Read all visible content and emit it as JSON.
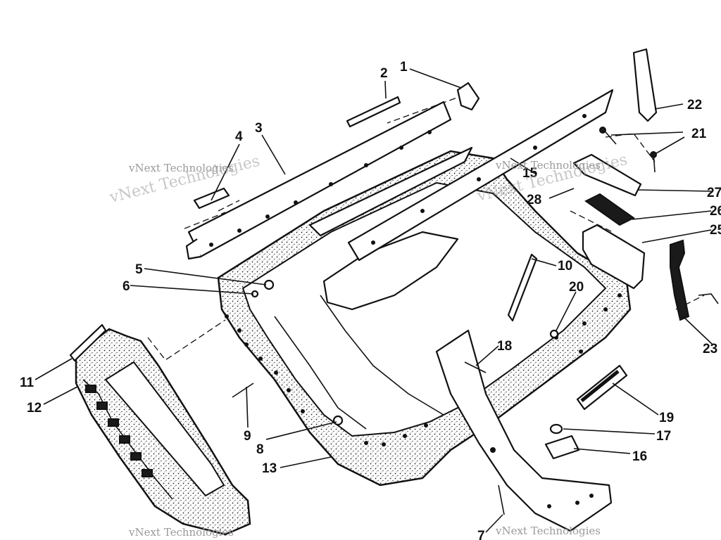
{
  "diagram": {
    "callouts": [
      {
        "id": "c1",
        "text": "1"
      },
      {
        "id": "c2",
        "text": "2"
      },
      {
        "id": "c3",
        "text": "3"
      },
      {
        "id": "c4",
        "text": "4"
      },
      {
        "id": "c5",
        "text": "5"
      },
      {
        "id": "c6",
        "text": "6"
      },
      {
        "id": "c7",
        "text": "7"
      },
      {
        "id": "c8",
        "text": "8"
      },
      {
        "id": "c9",
        "text": "9"
      },
      {
        "id": "c10",
        "text": "10"
      },
      {
        "id": "c11",
        "text": "11"
      },
      {
        "id": "c12",
        "text": "12"
      },
      {
        "id": "c13",
        "text": "13"
      },
      {
        "id": "c15",
        "text": "15"
      },
      {
        "id": "c16",
        "text": "16"
      },
      {
        "id": "c17",
        "text": "17"
      },
      {
        "id": "c18",
        "text": "18"
      },
      {
        "id": "c19",
        "text": "19"
      },
      {
        "id": "c20",
        "text": "20"
      },
      {
        "id": "c21",
        "text": "21"
      },
      {
        "id": "c22",
        "text": "22"
      },
      {
        "id": "c23",
        "text": "23"
      },
      {
        "id": "c25",
        "text": "25"
      },
      {
        "id": "c26",
        "text": "26"
      },
      {
        "id": "c27",
        "text": "27"
      },
      {
        "id": "c28",
        "text": "28"
      }
    ],
    "watermark": "vNext Technologies",
    "colors": {
      "ink": "#111111",
      "paper": "#ffffff",
      "watermark": "#9a9a9a"
    }
  }
}
